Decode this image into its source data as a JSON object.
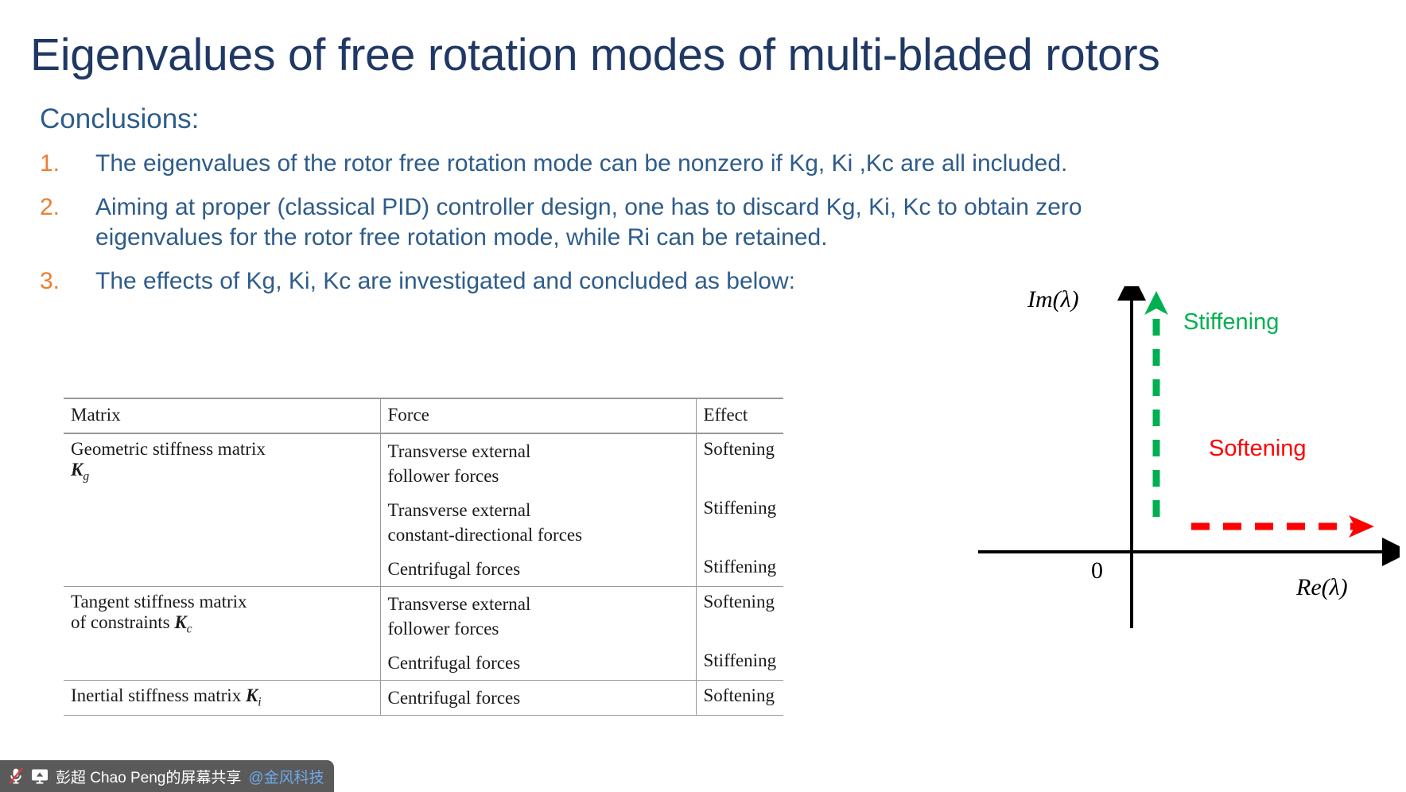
{
  "slide": {
    "title": "Eigenvalues of free rotation modes of multi-bladed rotors",
    "title_color": "#1F3864",
    "heading": "Conclusions:",
    "body_color": "#2E5C8A",
    "marker_color": "#ED7D31",
    "items": [
      {
        "marker": "1.",
        "text": "The eigenvalues of the rotor free rotation mode can be nonzero if Kg, Ki ,Kc are all included."
      },
      {
        "marker": "2.",
        "text": "Aiming at proper (classical PID) controller design, one has to discard Kg, Ki, Kc to obtain zero eigenvalues for the rotor free rotation mode, while Ri can be retained."
      },
      {
        "marker": "3.",
        "text": "The effects of Kg, Ki, Kc are investigated and concluded as below:"
      }
    ]
  },
  "table": {
    "headers": [
      "Matrix",
      "Force",
      "Effect"
    ],
    "groups": [
      {
        "matrix_name": "Geometric stiffness matrix",
        "matrix_symbol": "K",
        "matrix_subscript": "g",
        "rows": [
          {
            "force": [
              "Transverse external",
              "follower forces"
            ],
            "effect": "Softening"
          },
          {
            "force": [
              "Transverse external",
              "constant-directional forces"
            ],
            "effect": "Stiffening"
          },
          {
            "force": [
              "Centrifugal forces"
            ],
            "effect": "Stiffening"
          }
        ]
      },
      {
        "matrix_name": "Tangent stiffness matrix",
        "matrix_name2": "of constraints",
        "matrix_symbol": "K",
        "matrix_subscript": "c",
        "rows": [
          {
            "force": [
              "Transverse external",
              "follower forces"
            ],
            "effect": "Softening"
          },
          {
            "force": [
              "Centrifugal forces"
            ],
            "effect": "Stiffening"
          }
        ]
      },
      {
        "matrix_name": "Inertial stiffness matrix",
        "matrix_symbol": "K",
        "matrix_subscript": "i",
        "rows": [
          {
            "force": [
              "Centrifugal forces"
            ],
            "effect": "Softening"
          }
        ]
      }
    ]
  },
  "diagram": {
    "type": "complex-plane",
    "imaginary_axis_label": "Im(λ)",
    "real_axis_label": "Re(λ)",
    "origin_label": "0",
    "stiffening_label": "Stiffening",
    "stiffening_color": "#00B050",
    "stiffening_direction": "up",
    "softening_label": "Softening",
    "softening_color": "#FF0000",
    "softening_direction": "right",
    "axis_color": "#000000"
  },
  "share_bar": {
    "mic_icon": "microphone-muted-icon",
    "screen_icon": "screen-share-icon",
    "host_text": "彭超 Chao Peng的屏幕共享",
    "org_text": "@金风科技",
    "background": "#5a5a5a",
    "org_color": "#6fa8e8"
  }
}
